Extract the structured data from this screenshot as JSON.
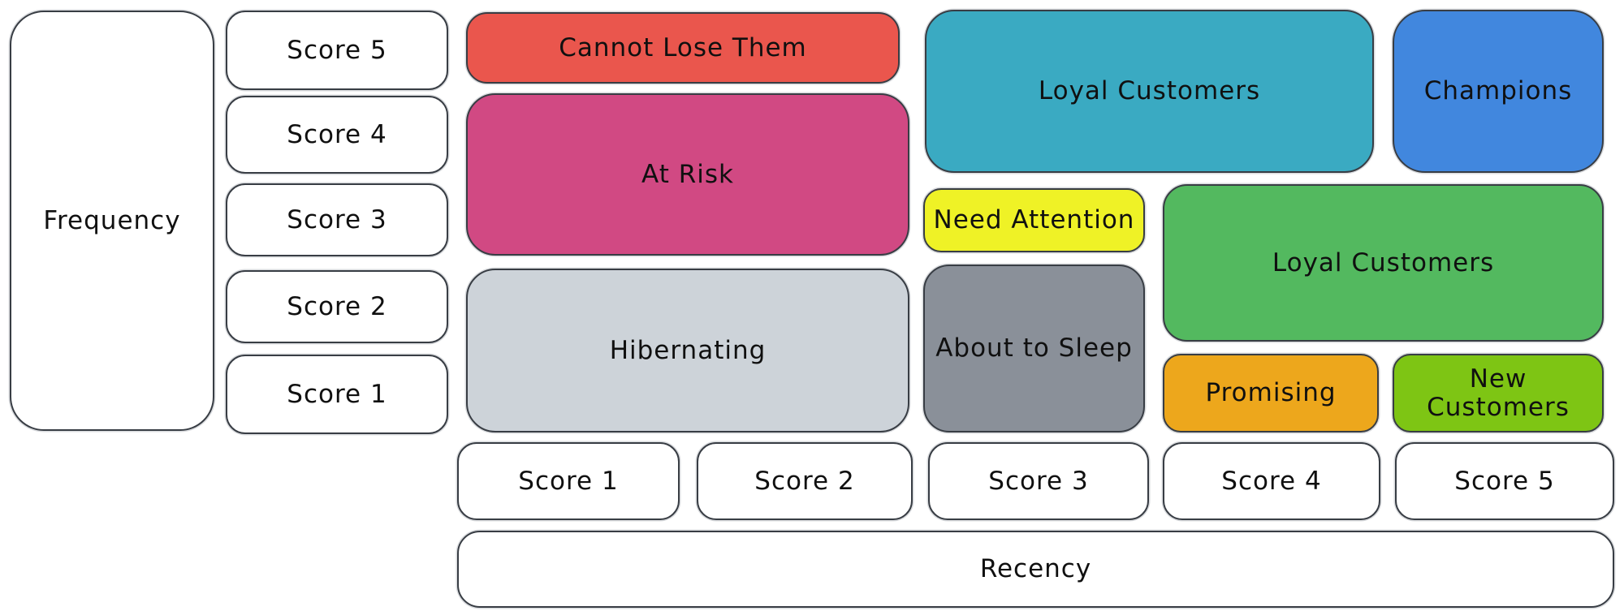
{
  "diagram_type": "rfm-segmentation-grid",
  "axes": {
    "frequency": {
      "label": "Frequency",
      "scores": [
        "Score 5",
        "Score 4",
        "Score 3",
        "Score 2",
        "Score 1"
      ]
    },
    "recency": {
      "label": "Recency",
      "scores": [
        "Score 1",
        "Score 2",
        "Score 3",
        "Score 4",
        "Score 5"
      ]
    }
  },
  "segments": [
    {
      "label": "Cannot Lose Them",
      "color": "#ea564d",
      "recency": "1-2",
      "frequency": "5"
    },
    {
      "label": "At Risk",
      "color": "#d14983",
      "recency": "1-2",
      "frequency": "3-4"
    },
    {
      "label": "Hibernating",
      "color": "#cdd3d9",
      "recency": "1-2",
      "frequency": "1-2"
    },
    {
      "label": "Loyal Customers",
      "color": "#3aaac2",
      "recency": "3-4",
      "frequency": "4-5"
    },
    {
      "label": "Champions",
      "color": "#4187de",
      "recency": "5",
      "frequency": "4-5"
    },
    {
      "label": "Need Attention",
      "color": "#eff226",
      "recency": "3",
      "frequency": "3"
    },
    {
      "label": "About to Sleep",
      "color": "#8a9099",
      "recency": "3",
      "frequency": "1-2"
    },
    {
      "label": "Loyal Customers",
      "color": "#53b95f",
      "recency": "4-5",
      "frequency": "2-3"
    },
    {
      "label": "Promising",
      "color": "#eda71c",
      "recency": "4",
      "frequency": "1"
    },
    {
      "label": "New Customers",
      "color": "#7ec514",
      "recency": "5",
      "frequency": "1"
    }
  ],
  "style": {
    "stroke_color": "#383d44",
    "text_color": "#101010",
    "background_color": "#ffffff"
  }
}
